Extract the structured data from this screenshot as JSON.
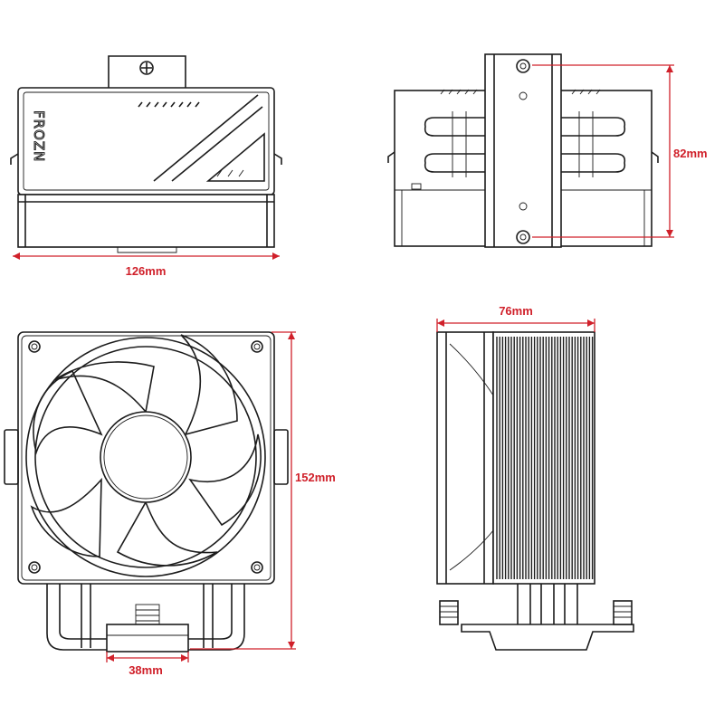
{
  "product": {
    "logo_text": "FROZN"
  },
  "dimensions": {
    "width_top": "126mm",
    "height_side": "82mm",
    "height_front": "152mm",
    "depth_side": "76mm",
    "base_width": "38mm"
  },
  "colors": {
    "line": "#1c1c1c",
    "dimension": "#d0202a",
    "background": "#ffffff"
  }
}
